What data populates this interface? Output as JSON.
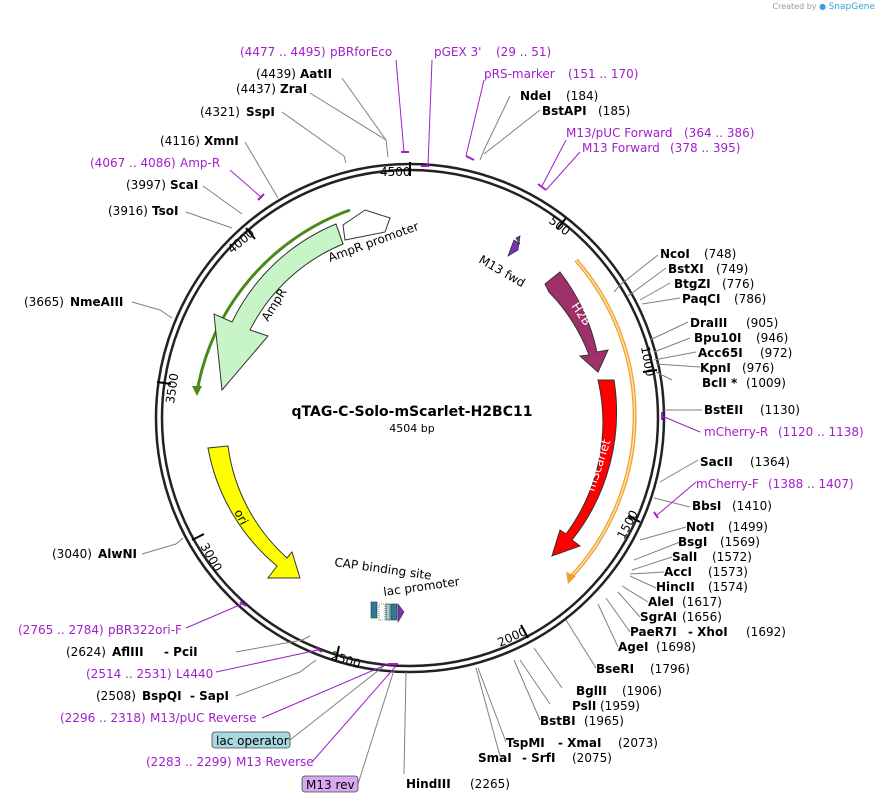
{
  "credit": {
    "prefix": "Created by",
    "brand": "SnapGene"
  },
  "plasmid": {
    "name": "qTAG-C-Solo-mScarlet-H2BC11",
    "length_label": "4504 bp"
  },
  "colors": {
    "backbone": "#000000",
    "enzyme_leader": "#808080",
    "primer": "#a020c8",
    "ampr": "#c8f5c8",
    "ori": "#ffff00",
    "mscarlet": "#ff0000",
    "h2b": "#a0306a",
    "m13fwd": "#7a2fc0",
    "orange_arc": "#f0a030",
    "green_arc": "#4a8a1a",
    "cap_box": "#2a7a9a",
    "lac_box": "#9ad0d8"
  },
  "ticks": [
    {
      "label": "500"
    },
    {
      "label": "1000"
    },
    {
      "label": "1500"
    },
    {
      "label": "2000"
    },
    {
      "label": "2500"
    },
    {
      "label": "3000"
    },
    {
      "label": "3500"
    },
    {
      "label": "4000"
    },
    {
      "label": "4500"
    }
  ],
  "features": {
    "ampr_promoter": "AmpR promoter",
    "ampr": "AmpR",
    "ori": "ori",
    "mscarlet": "mScarlet",
    "h2b": "H2B",
    "m13_fwd": "M13 fwd",
    "cap": "CAP binding site",
    "lac_promoter": "lac promoter",
    "lac_operator": "lac operator",
    "m13_rev": "M13 rev"
  },
  "enzymes": [
    {
      "pos": "(4439)",
      "name": "AatII"
    },
    {
      "pos": "(4437)",
      "name": "ZraI"
    },
    {
      "pos": "(4321)",
      "name": "SspI"
    },
    {
      "pos": "(4116)",
      "name": "XmnI"
    },
    {
      "pos": "(3997)",
      "name": "ScaI"
    },
    {
      "pos": "(3916)",
      "name": "TsoI"
    },
    {
      "pos": "(3665)",
      "name": "NmeAIII"
    },
    {
      "pos": "(3040)",
      "name": "AlwNI"
    },
    {
      "pos": "(2624)",
      "name": "AflIII",
      "extra": "- PciI"
    },
    {
      "pos": "(2508)",
      "name": "BspQI",
      "extra": "- SapI"
    },
    {
      "pos": "(184)",
      "name": "NdeI"
    },
    {
      "pos": "(185)",
      "name": "BstAPI"
    },
    {
      "pos": "(748)",
      "name": "NcoI"
    },
    {
      "pos": "(749)",
      "name": "BstXI"
    },
    {
      "pos": "(776)",
      "name": "BtgZI"
    },
    {
      "pos": "(786)",
      "name": "PaqCI"
    },
    {
      "pos": "(905)",
      "name": "DraIII"
    },
    {
      "pos": "(946)",
      "name": "Bpu10I"
    },
    {
      "pos": "(972)",
      "name": "Acc65I"
    },
    {
      "pos": "(976)",
      "name": "KpnI"
    },
    {
      "pos": "(1009)",
      "name": "BclI *"
    },
    {
      "pos": "(1130)",
      "name": "BstEII"
    },
    {
      "pos": "(1364)",
      "name": "SacII"
    },
    {
      "pos": "(1410)",
      "name": "BbsI"
    },
    {
      "pos": "(1499)",
      "name": "NotI"
    },
    {
      "pos": "(1569)",
      "name": "BsgI"
    },
    {
      "pos": "(1572)",
      "name": "SalI"
    },
    {
      "pos": "(1573)",
      "name": "AccI"
    },
    {
      "pos": "(1574)",
      "name": "HincII"
    },
    {
      "pos": "(1617)",
      "name": "AleI"
    },
    {
      "pos": "(1656)",
      "name": "SgrAI"
    },
    {
      "pos": "(1692)",
      "name": "PaeR7I",
      "extra": "- XhoI"
    },
    {
      "pos": "(1698)",
      "name": "AgeI"
    },
    {
      "pos": "(1796)",
      "name": "BseRI"
    },
    {
      "pos": "(1906)",
      "name": "BglII"
    },
    {
      "pos": "(1959)",
      "name": "PslI"
    },
    {
      "pos": "(1965)",
      "name": "BstBI"
    },
    {
      "pos": "(2073)",
      "name": "TspMI",
      "extra": "- XmaI"
    },
    {
      "pos": "(2075)",
      "name": "SmaI",
      "extra": "- SrfI"
    },
    {
      "pos": "(2265)",
      "name": "HindIII"
    }
  ],
  "primers": [
    {
      "name": "pBRforEco",
      "range": "(4477 .. 4495)"
    },
    {
      "name": "pGEX 3'",
      "range": "(29 .. 51)"
    },
    {
      "name": "pRS-marker",
      "range": "(151 .. 170)"
    },
    {
      "name": "M13/pUC Forward",
      "range": "(364 .. 386)"
    },
    {
      "name": "M13 Forward",
      "range": "(378 .. 395)"
    },
    {
      "name": "Amp-R",
      "range": "(4067 .. 4086)"
    },
    {
      "name": "mCherry-R",
      "range": "(1120 .. 1138)"
    },
    {
      "name": "mCherry-F",
      "range": "(1388 .. 1407)"
    },
    {
      "name": "pBR322ori-F",
      "range": "(2765 .. 2784)"
    },
    {
      "name": "L4440",
      "range": "(2514 .. 2531)"
    },
    {
      "name": "M13/pUC Reverse",
      "range": "(2296 .. 2318)"
    },
    {
      "name": "M13 Reverse",
      "range": "(2283 .. 2299)"
    }
  ]
}
